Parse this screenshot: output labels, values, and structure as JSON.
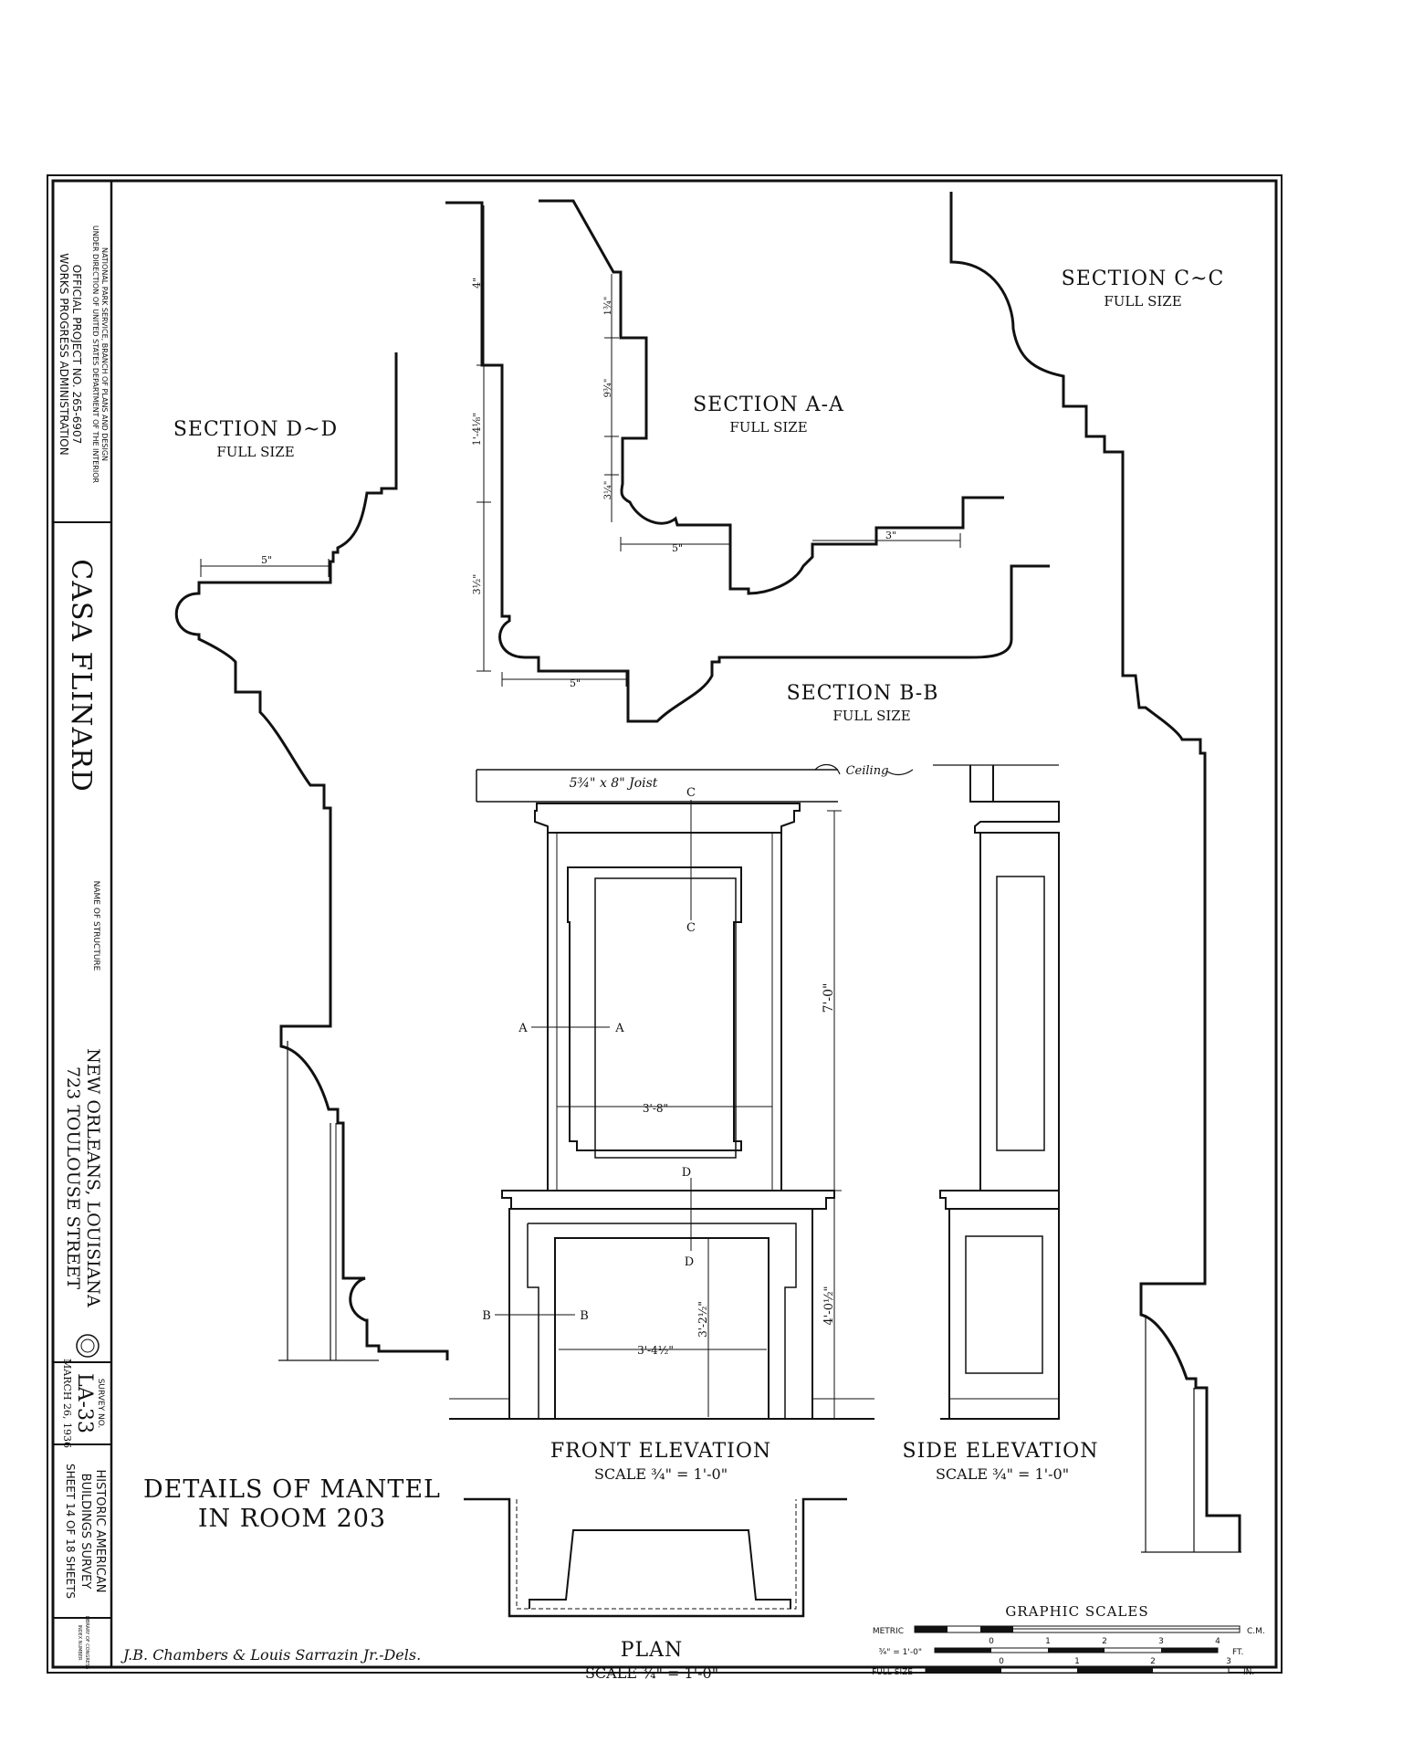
{
  "title_block": {
    "agency_line1": "WORKS PROGRESS ADMINISTRATION",
    "agency_line2": "OFFICIAL PROJECT NO. 265-6907",
    "agency_line3": "UNDER DIRECTION OF UNITED STATES DEPARTMENT OF THE INTERIOR",
    "agency_line4": "NATIONAL PARK SERVICE, BRANCH OF PLANS AND DESIGN",
    "structure_name": "CASA FLINARD",
    "name_of_structure_label": "NAME OF STRUCTURE",
    "address_line1": "723 TOULOUSE STREET",
    "address_line2": "NEW ORLEANS, LOUISIANA",
    "survey_label": "SURVEY NO.",
    "survey_no": "LA-33",
    "date": "MARCH 26, 1936",
    "habs_line1": "HISTORIC AMERICAN",
    "habs_line2": "BUILDINGS SURVEY",
    "sheet_info": "SHEET 14 OF 18 SHEETS",
    "loc_line1": "LIBRARY OF CONGRESS",
    "loc_line2": "INDEX NUMBER"
  },
  "sections": {
    "dd_title": "SECTION D~D",
    "dd_sub": "FULL SIZE",
    "aa_title": "SECTION A-A",
    "aa_sub": "FULL SIZE",
    "bb_title": "SECTION B-B",
    "bb_sub": "FULL SIZE",
    "cc_title": "SECTION C~C",
    "cc_sub": "FULL SIZE"
  },
  "dimensions": {
    "d_5": "5\"",
    "aa_5": "5\"",
    "aa_3": "3\"",
    "bb_5": "5\"",
    "v_4": "4\"",
    "v_1_4_8": "1'-4⅛\"",
    "v_3_half": "3½\"",
    "v_1_three_quarter": "1¾\"",
    "v_9_three_quarter": "9¾\"",
    "v_3_quarter": "3¼\"",
    "joist": "5¾\" x 8\" Joist",
    "ceiling": "Ceiling",
    "height_7": "7'-0\"",
    "height_4": "4'-0½\"",
    "width_3_8": "3'-8\"",
    "opening_width": "3'-4½\"",
    "opening_height": "3'-2½\""
  },
  "markers": {
    "a": "A",
    "b": "B",
    "c": "C",
    "d": "D"
  },
  "views": {
    "front_title": "FRONT ELEVATION",
    "front_scale": "SCALE ¾\" = 1'-0\"",
    "side_title": "SIDE ELEVATION",
    "side_scale": "SCALE ¾\" = 1'-0\"",
    "plan_title": "PLAN",
    "plan_scale": "SCALE ¾\" = 1'-0\""
  },
  "drawing_title": {
    "line1": "DETAILS OF MANTEL",
    "line2": "IN ROOM 203"
  },
  "graphic_scales": {
    "title": "GRAPHIC SCALES",
    "metric_label": "METRIC",
    "metric_unit": "C.M.",
    "arch_label": "¾\" = 1'-0\"",
    "arch_ticks": [
      "0",
      "1",
      "2",
      "3",
      "4"
    ],
    "arch_unit": "FT.",
    "full_label": "FULL SIZE",
    "full_ticks": [
      "0",
      "1",
      "2",
      "3"
    ],
    "full_unit": "IN."
  },
  "delineators": "J.B. Chambers & Louis Sarrazin Jr.-Dels."
}
